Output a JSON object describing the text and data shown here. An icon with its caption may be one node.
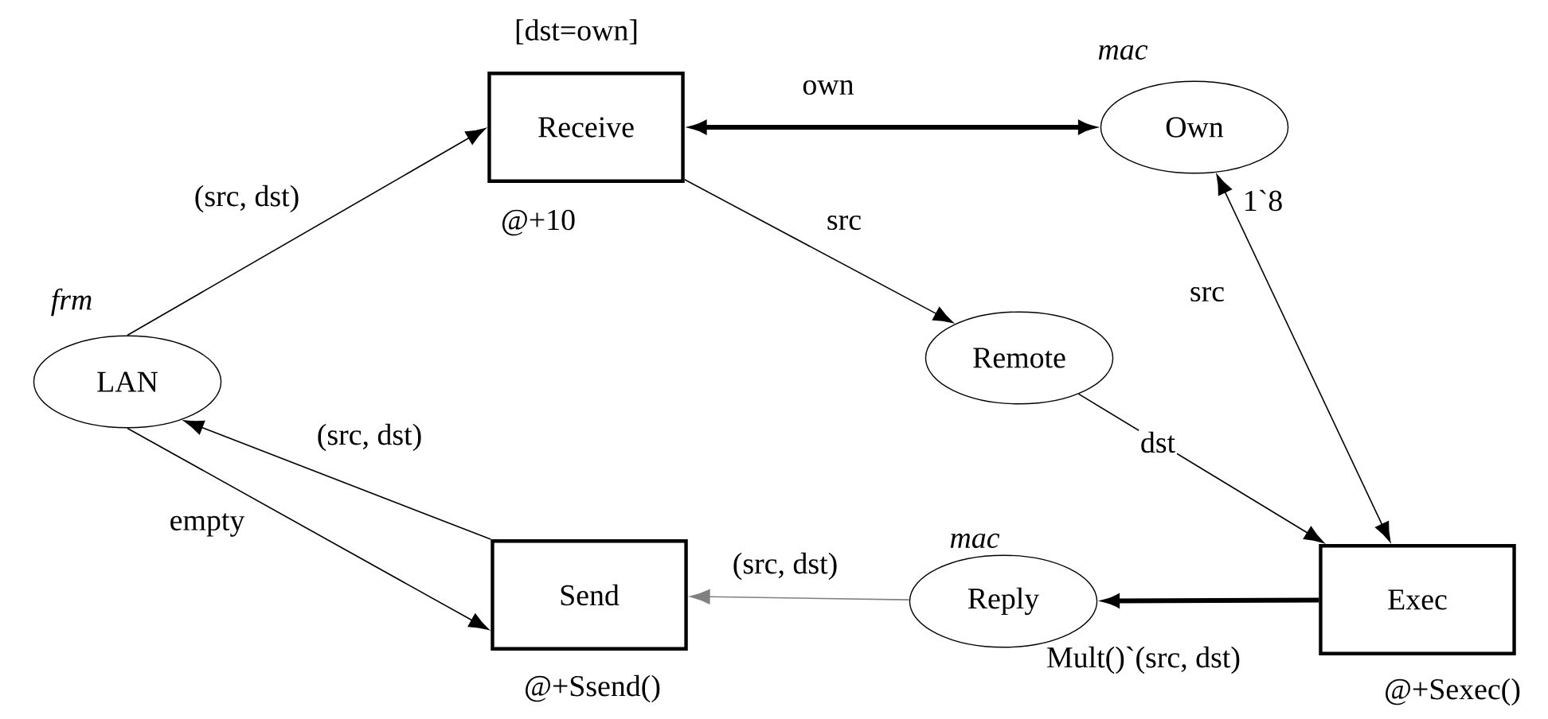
{
  "diagram": {
    "nodes": [
      {
        "text": [
          "LAN"
        ],
        "beside": [
          "*frm*"
        ]
      },
      {
        "text": [
          "Receive"
        ],
        "beside": [
          "[dst=own]",
          "@+10"
        ]
      },
      {
        "text": [
          "Own"
        ],
        "beside": [
          "*mac*",
          "1`8"
        ]
      },
      {
        "text": [
          "Remote"
        ]
      },
      {
        "text": [
          "Send"
        ],
        "beside": [
          "@+Ssend()"
        ]
      },
      {
        "text": [
          "Reply"
        ],
        "beside": [
          "*mac*"
        ]
      },
      {
        "text": [
          "Exec"
        ],
        "beside": [
          "@+Sexec()"
        ]
      }
    ],
    "edges": [
      {
        "from": 0,
        "to": 1,
        "arrow": "to",
        "label": "(src, dst)"
      },
      {
        "from": 1,
        "to": 2,
        "arrow": "both",
        "label": "own",
        "style": "thick"
      },
      {
        "from": 1,
        "to": 3,
        "arrow": "to",
        "label": "src"
      },
      {
        "from": 4,
        "to": 0,
        "arrow": "to",
        "label": "(src, dst)"
      },
      {
        "from": 0,
        "to": 4,
        "arrow": "to",
        "label": "empty"
      },
      {
        "from": 2,
        "to": 6,
        "arrow": "both",
        "label": "src"
      },
      {
        "from": 3,
        "to": 6,
        "arrow": "to",
        "label": "dst"
      },
      {
        "from": 6,
        "to": 5,
        "arrow": "to",
        "label": "Mult()`(src, dst)",
        "style": "thick"
      },
      {
        "from": 5,
        "to": 4,
        "arrow": "to",
        "label": "(src, dst)",
        "color": "#808080"
      }
    ]
  }
}
